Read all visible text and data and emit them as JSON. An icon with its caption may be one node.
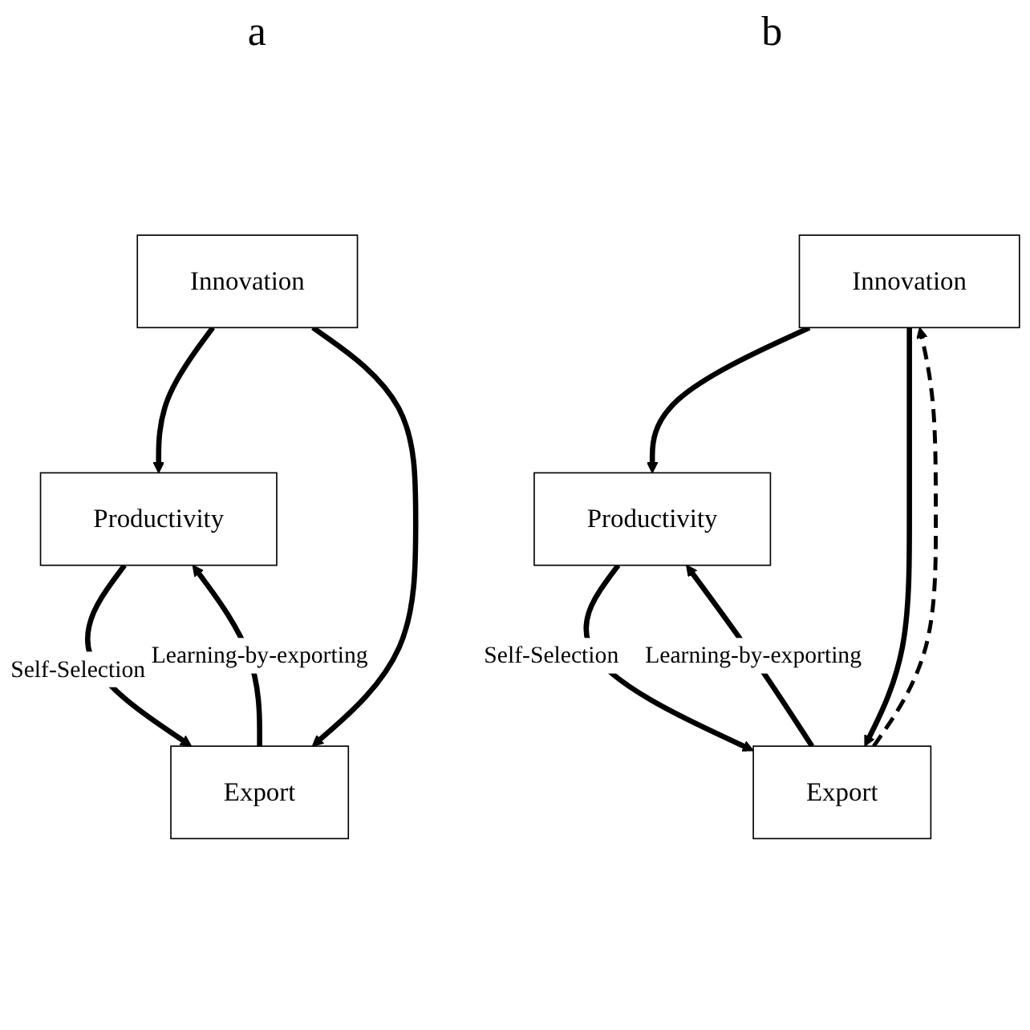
{
  "diagram": {
    "nodes": [
      {
        "text": [
          "Innovation"
        ]
      },
      {
        "text": [
          "Productivity"
        ]
      },
      {
        "text": [
          "Export"
        ]
      },
      {
        "text": [
          "Innovation"
        ]
      },
      {
        "text": [
          "Productivity"
        ]
      },
      {
        "text": [
          "Export"
        ]
      }
    ],
    "edges": [
      {
        "from": 0,
        "to": 1,
        "arrow": "to"
      },
      {
        "from": 0,
        "to": 2,
        "arrow": "to"
      },
      {
        "from": 2,
        "to": 1,
        "arrow": "to",
        "label": "Learning-by-exporting"
      },
      {
        "from": 1,
        "to": 2,
        "arrow": "to",
        "label": "Self-Selection"
      },
      {
        "from": 3,
        "to": 4,
        "arrow": "to"
      },
      {
        "from": 3,
        "to": 5,
        "arrow": "to"
      },
      {
        "from": 5,
        "to": 3,
        "arrow": "to",
        "style": "dashed"
      },
      {
        "from": 5,
        "to": 4,
        "arrow": "to",
        "label": "Learning-by-exporting"
      },
      {
        "from": 4,
        "to": 5,
        "arrow": "to",
        "label": "Self-Selection"
      }
    ],
    "labels": [
      "a",
      "b"
    ]
  }
}
